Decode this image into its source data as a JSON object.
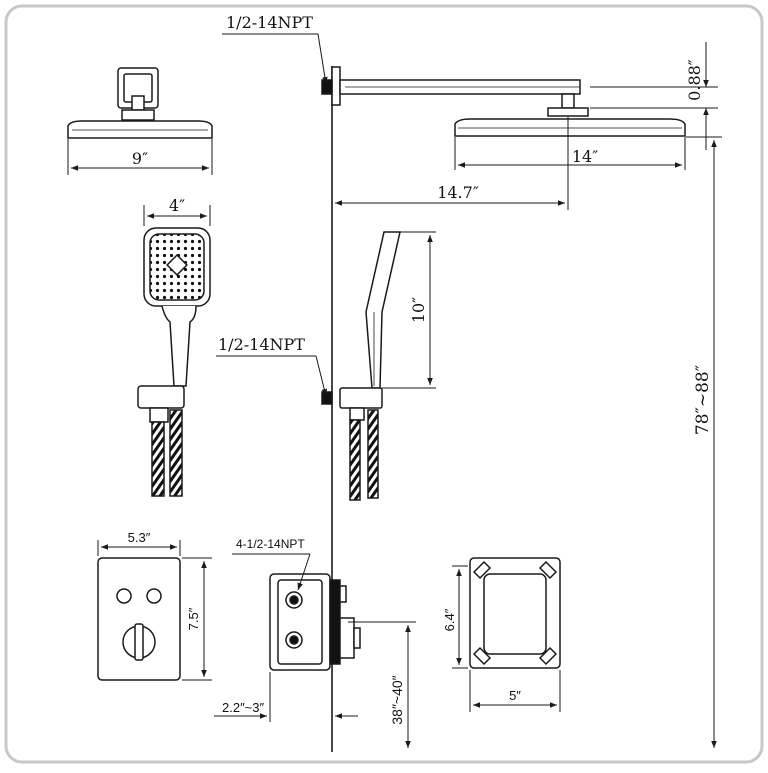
{
  "labels": {
    "npt_top": "1/2-14NPT",
    "npt_mid": "1/2-14NPT",
    "npt_valve": "4-1/2-14NPT",
    "arm_height": "0.88″",
    "head_small_width": "9″",
    "head_large_width": "14″",
    "arm_length": "14.7″",
    "handheld_width": "4″",
    "handheld_length": "10″",
    "install_height": "78″~88″",
    "plate_width": "5.3″",
    "plate_height": "7.5″",
    "valve_depth": "2.2″~3″",
    "valve_height": "38″~40″",
    "cover_height": "6.4″",
    "cover_width": "5″"
  },
  "colors": {
    "line": "#1a1a1a",
    "frame": "#c8c8c8",
    "background": "#ffffff"
  }
}
